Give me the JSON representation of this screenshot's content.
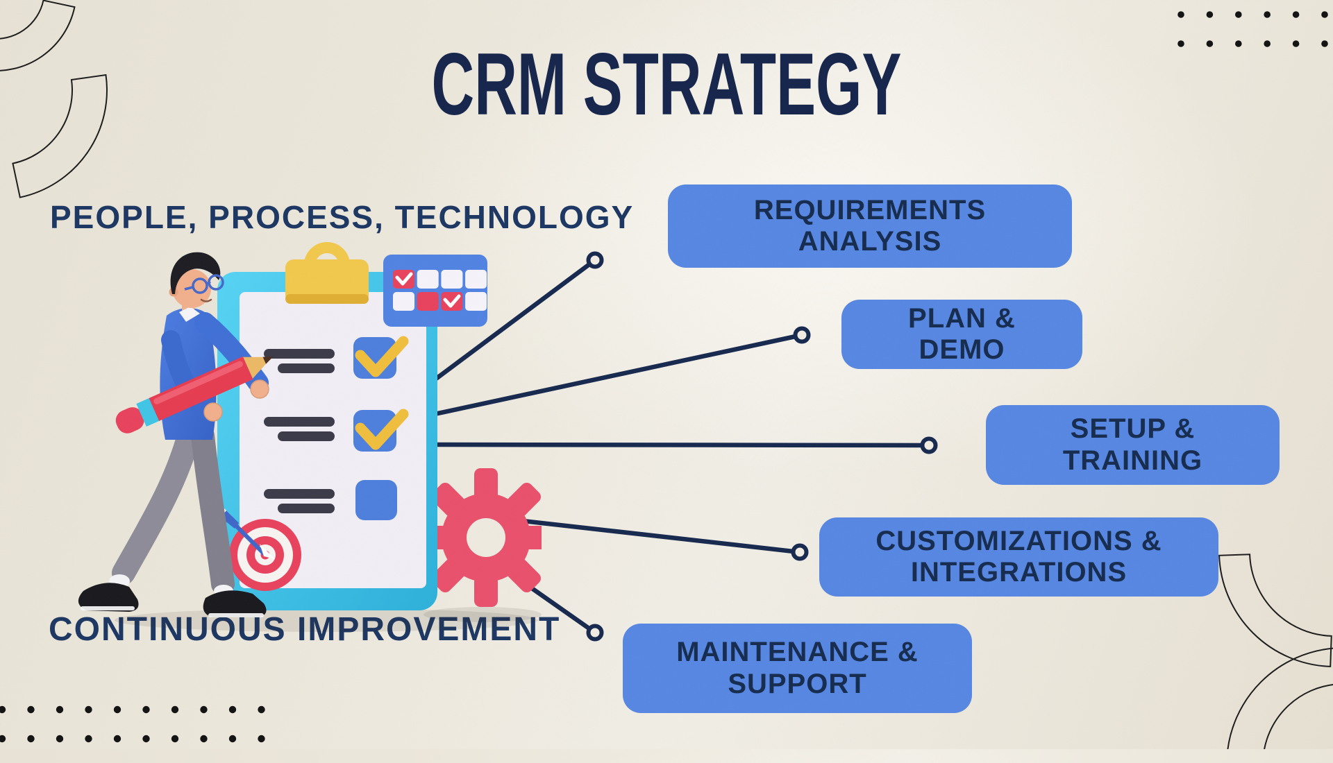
{
  "title": "CRM STRATEGY",
  "left_labels": {
    "top": "PEOPLE, PROCESS, TECHNOLOGY",
    "bottom": "CONTINUOUS IMPROVEMENT"
  },
  "stages": [
    {
      "label": "REQUIREMENTS ANALYSIS",
      "lines": [
        "REQUIREMENTS",
        "ANALYSIS"
      ]
    },
    {
      "label": "PLAN & DEMO",
      "lines": [
        "PLAN &",
        "DEMO"
      ]
    },
    {
      "label": "SETUP & TRAINING",
      "lines": [
        "SETUP &",
        "TRAINING"
      ]
    },
    {
      "label": "CUSTOMIZATIONS & INTEGRATIONS",
      "lines": [
        "CUSTOMIZATIONS &",
        "INTEGRATIONS"
      ]
    },
    {
      "label": "MAINTENANCE & SUPPORT",
      "lines": [
        "MAINTENANCE &",
        "SUPPORT"
      ]
    }
  ],
  "illustration": {
    "description": "3D-style man with glasses holding a giant red pencil, checking items on a large teal clipboard checklist, with calendar, gear and target icons",
    "icons": [
      "clipboard-icon",
      "pencil-icon",
      "calendar-icon",
      "gear-icon",
      "target-icon",
      "checkbox-checked-icon",
      "checkbox-empty-icon"
    ]
  },
  "theme": {
    "background": "#EDE8DD",
    "title_color": "#14234A",
    "label_color": "#1A3561",
    "stage_fill": "#5586E2",
    "stage_text": "#142A4D",
    "connector": "#15274D",
    "dot_color": "#101010",
    "arc_color": "#1A1A1A",
    "clipboard_teal": "#3EC6EC",
    "paper": "#F2EEF6",
    "pencil_red": "#E63B50",
    "gear_pink": "#E94F6B",
    "check_yellow": "#F0BE3C",
    "checkbox_blue": "#4C7EDC",
    "clip_yellow": "#F2C84B",
    "calendar_blue": "#5082E2",
    "target_red": "#E8415C"
  }
}
